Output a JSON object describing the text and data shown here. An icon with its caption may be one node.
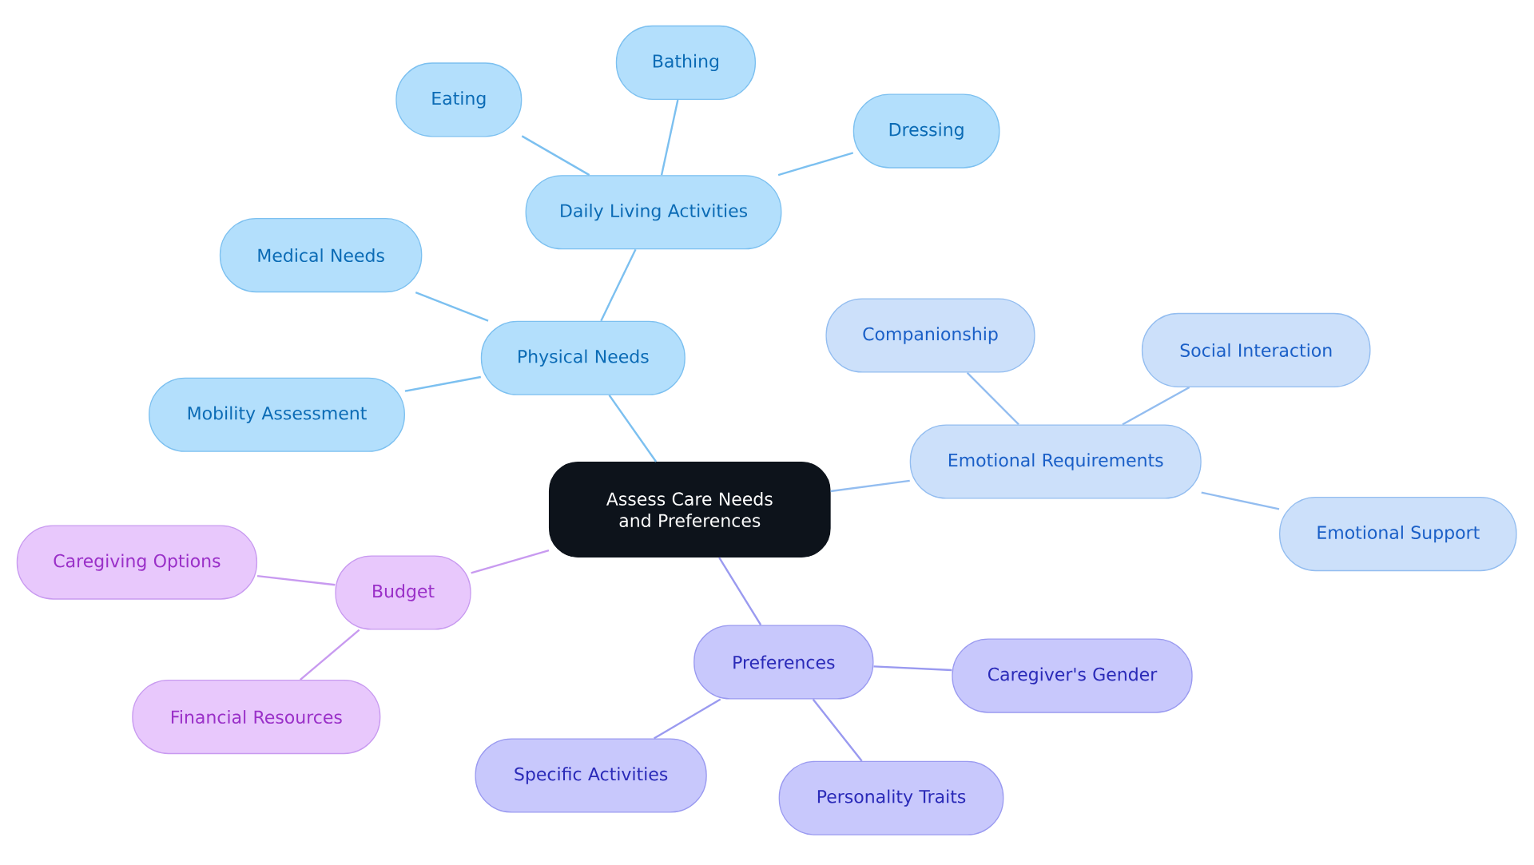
{
  "diagram": {
    "nodes": [
      {
        "text": [
          "Assess Care Needs and Preferences"
        ]
      },
      {
        "text": [
          "Physical Needs"
        ]
      },
      {
        "text": [
          "Daily Living Activities"
        ]
      },
      {
        "text": [
          "Eating"
        ]
      },
      {
        "text": [
          "Bathing"
        ]
      },
      {
        "text": [
          "Dressing"
        ]
      },
      {
        "text": [
          "Medical Needs"
        ]
      },
      {
        "text": [
          "Mobility Assessment"
        ]
      },
      {
        "text": [
          "Emotional Requirements"
        ]
      },
      {
        "text": [
          "Companionship"
        ]
      },
      {
        "text": [
          "Social Interaction"
        ]
      },
      {
        "text": [
          "Emotional Support"
        ]
      },
      {
        "text": [
          "Preferences"
        ]
      },
      {
        "text": [
          "Caregiver's Gender"
        ]
      },
      {
        "text": [
          "Specific Activities"
        ]
      },
      {
        "text": [
          "Personality Traits"
        ]
      },
      {
        "text": [
          "Budget"
        ]
      },
      {
        "text": [
          "Caregiving Options"
        ]
      },
      {
        "text": [
          "Financial Resources"
        ]
      }
    ],
    "edges": [
      {
        "from": 0,
        "to": 1,
        "arrow": "none"
      },
      {
        "from": 1,
        "to": 2,
        "arrow": "none"
      },
      {
        "from": 2,
        "to": 3,
        "arrow": "none"
      },
      {
        "from": 2,
        "to": 4,
        "arrow": "none"
      },
      {
        "from": 2,
        "to": 5,
        "arrow": "none"
      },
      {
        "from": 1,
        "to": 6,
        "arrow": "none"
      },
      {
        "from": 1,
        "to": 7,
        "arrow": "none"
      },
      {
        "from": 0,
        "to": 8,
        "arrow": "none",
        "color": "#93bdf0"
      },
      {
        "from": 8,
        "to": 9,
        "arrow": "none",
        "color": "#93bdf0"
      },
      {
        "from": 8,
        "to": 10,
        "arrow": "none",
        "color": "#93bdf0"
      },
      {
        "from": 8,
        "to": 11,
        "arrow": "none",
        "color": "#93bdf0"
      },
      {
        "from": 0,
        "to": 12,
        "arrow": "none",
        "color": "#9a9af0"
      },
      {
        "from": 12,
        "to": 13,
        "arrow": "none",
        "color": "#9a9af0"
      },
      {
        "from": 12,
        "to": 14,
        "arrow": "none",
        "color": "#9a9af0"
      },
      {
        "from": 12,
        "to": 15,
        "arrow": "none",
        "color": "#9a9af0"
      },
      {
        "from": 0,
        "to": 16,
        "arrow": "none",
        "color": "#c89af0"
      },
      {
        "from": 16,
        "to": 17,
        "arrow": "none",
        "color": "#c89af0"
      },
      {
        "from": 16,
        "to": 18,
        "arrow": "none",
        "color": "#c89af0"
      }
    ]
  }
}
